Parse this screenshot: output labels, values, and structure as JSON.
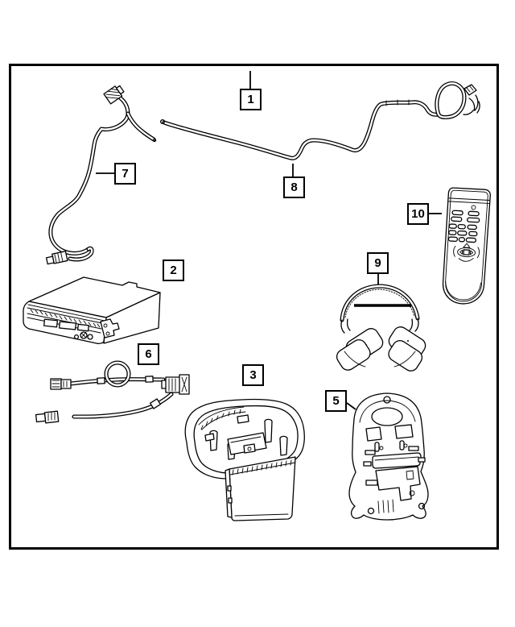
{
  "colors": {
    "background": "#ffffff",
    "line": "#000000",
    "callout_fill": "#ffffff",
    "callout_border": "#000000"
  },
  "callouts": [
    {
      "label": "1",
      "part": "jumper-wiring-harness"
    },
    {
      "label": "2",
      "part": "dvd-player-unit"
    },
    {
      "label": "3",
      "part": "overhead-video-monitor-console"
    },
    {
      "label": "5",
      "part": "seat-back-mounting-panel"
    },
    {
      "label": "6",
      "part": "wiring-jumper-with-loop"
    },
    {
      "label": "7",
      "part": "antenna-cable"
    },
    {
      "label": "8",
      "part": "body-wiring-harness"
    },
    {
      "label": "9",
      "part": "wireless-headphones"
    },
    {
      "label": "10",
      "part": "remote-control"
    }
  ]
}
